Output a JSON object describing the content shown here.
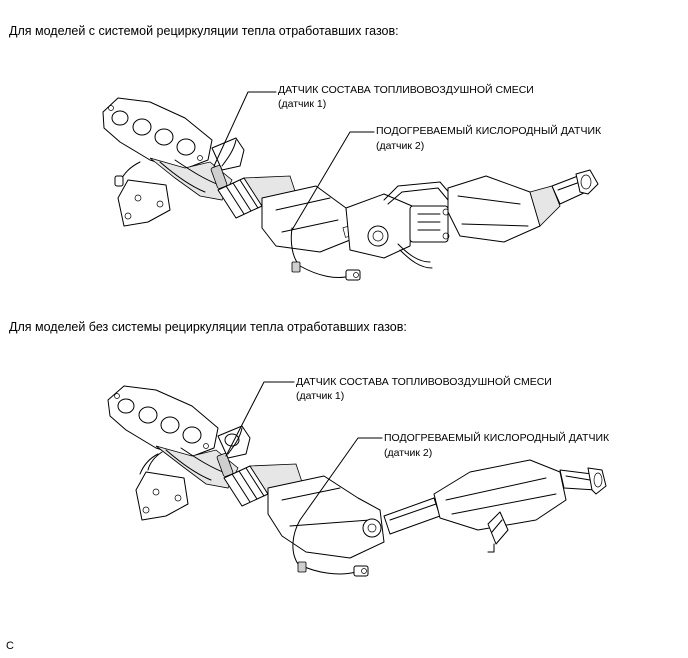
{
  "sections": [
    {
      "heading": "Для моделей с системой рециркуляции тепла отработавших газов:",
      "callouts": [
        {
          "label": "ДАТЧИК СОСТАВА ТОПЛИВОВОЗДУШНОЙ СМЕСИ",
          "sub": "(датчик 1)"
        },
        {
          "label": "ПОДОГРЕВАЕМЫЙ КИСЛОРОДНЫЙ ДАТЧИК",
          "sub": "(датчик 2)"
        }
      ]
    },
    {
      "heading": "Для моделей без системы рециркуляции тепла отработавших газов:",
      "callouts": [
        {
          "label": "ДАТЧИК СОСТАВА ТОПЛИВОВОЗДУШНОЙ СМЕСИ",
          "sub": "(датчик 1)"
        },
        {
          "label": "ПОДОГРЕВАЕМЫЙ КИСЛОРОДНЫЙ ДАТЧИК",
          "sub": "(датчик 2)"
        }
      ]
    }
  ],
  "corner_mark": "C"
}
